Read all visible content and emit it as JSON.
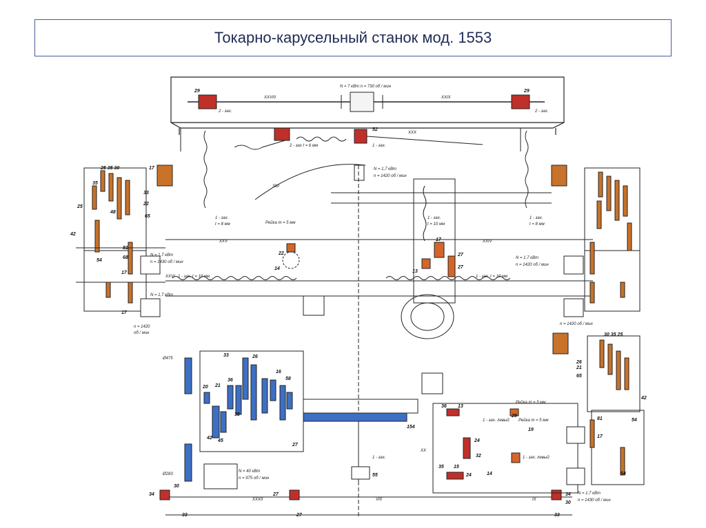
{
  "title": "Токарно-карусельный станок мод. 1553",
  "labels": {
    "top_motor": "N = 7 кВт  n = 730 об / мин",
    "motor_mid": "N = 1,7 кВт",
    "motor_mid_rpm": "n = 1420 об / мин",
    "main_motor": "N = 40 кВт",
    "main_motor_rpm": "n = 975 об / мин",
    "left_motor_1": "N = 1,7 кВт",
    "left_motor_1_rpm": "n = 1430 об / мин",
    "left_motor_2": "N = 1,7 кВт",
    "left_rpm_2": "n = 1420",
    "left_rpm_2b": "об / мин",
    "right_motor_1": "N = 1,7 кВт",
    "right_motor_1_rpm": "n = 1420 об / мин",
    "right_rpm_2": "n = 1420 об / мин",
    "bottom_right_motor": "N = 1,7 кВт",
    "bottom_right_rpm": "n = 1430 об / мин",
    "rack_left": "Рейка m = 5 мм",
    "rack_right_1": "Рейка m = 5 мм",
    "rack_right_2": "Рейка m = 5 мм",
    "screw_top": "2 - зах  t = 6 мм",
    "screw_top_right": "1 - зах.",
    "screw_left_v": "1 - зах.",
    "screw_left_v2": "t = 8 мм",
    "screw_right_v": "1 - зах.",
    "screw_right_v2": "t = 8 мм",
    "screw_xxvi": "1 - зах.  t = 10 мм",
    "screw_xxv_right": "1 - зах.  t = 10 мм",
    "screw_center": "1 - зах.",
    "screw_center2": "t = 10 мм",
    "left_worm": "2 - зах.",
    "right_worm": "2 - зах.",
    "bottom_worm": "1 - зах.",
    "right_left_1": "1 - зах. левый",
    "right_left_2": "1 - зах. левый",
    "diam_475": "Ø475",
    "diam_283": "Ø283",
    "num_300": "300",
    "roman_xxviii": "XXVIII",
    "roman_xxix": "XXIX",
    "roman_xxx": "XXX",
    "roman_xxv": "XXV",
    "roman_xxvi": "XXVI",
    "roman_xxiv": "XXIV",
    "roman_xxxii": "XXXII",
    "roman_viii": "VIII",
    "roman_ix": "IX",
    "roman_xx": "XX"
  },
  "gear_numbers": [
    "29",
    "29",
    "52",
    "17",
    "25 35 30",
    "35",
    "48",
    "33",
    "22",
    "25",
    "65",
    "42",
    "54",
    "81",
    "17",
    "68",
    "17",
    "22",
    "14",
    "17",
    "13",
    "27",
    "27",
    "30 35 25",
    "21",
    "26",
    "65",
    "42",
    "54",
    "81",
    "17",
    "54",
    "33",
    "36",
    "21",
    "26",
    "20",
    "35",
    "42",
    "45",
    "16",
    "58",
    "27",
    "154",
    "55",
    "36",
    "13",
    "29",
    "19",
    "24",
    "32",
    "14",
    "35",
    "15",
    "24",
    "30",
    "34",
    "33",
    "27",
    "27",
    "33",
    "30",
    "34"
  ]
}
